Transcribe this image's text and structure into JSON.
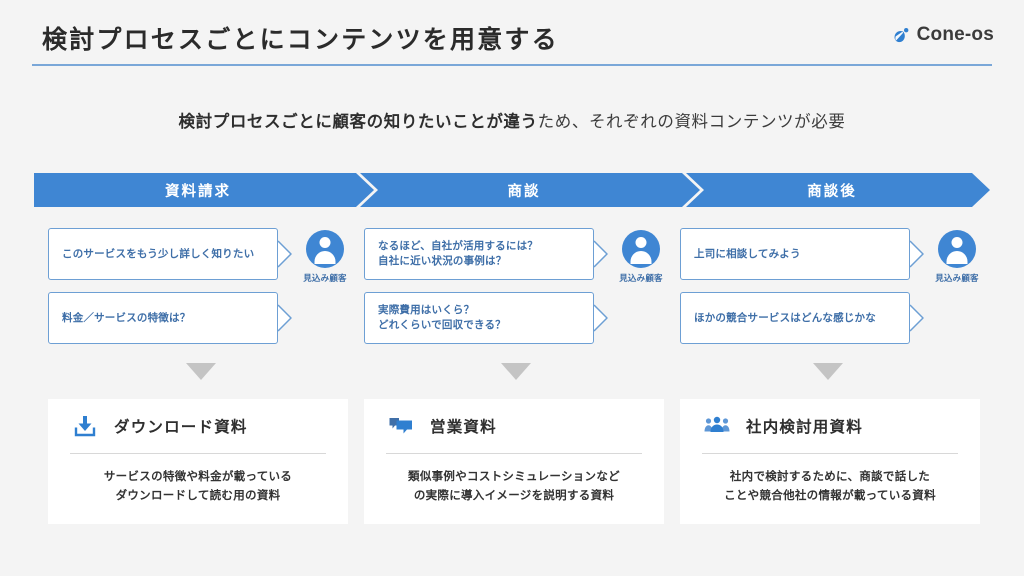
{
  "header": {
    "title": "検討プロセスごとにコンテンツを用意する",
    "brand_name": "Cone-os",
    "brand_icon": "cone-leaf-icon",
    "accent_color": "#3f86d3",
    "rule_color": "#7aa7d8"
  },
  "subtitle": {
    "strong": "検討プロセスごとに顧客の知りたいことが違う",
    "light": "ため、それぞれの資料コンテンツが必要"
  },
  "process_band": {
    "stages": [
      {
        "label": "資料請求"
      },
      {
        "label": "商談"
      },
      {
        "label": "商談後"
      }
    ]
  },
  "columns": [
    {
      "persona_label": "見込み顧客",
      "persona_icon": "person-circle-icon",
      "bubbles": [
        {
          "lines": [
            "このサービスをもう少し詳しく知りたい"
          ]
        },
        {
          "lines": [
            "料金／サービスの特徴は？"
          ]
        }
      ]
    },
    {
      "persona_label": "見込み顧客",
      "persona_icon": "person-circle-icon",
      "bubbles": [
        {
          "lines": [
            "なるほど、自社が活用するには？",
            "自社に近い状況の事例は？"
          ]
        },
        {
          "lines": [
            "実際費用はいくら？",
            "どれくらいで回収できる？"
          ]
        }
      ]
    },
    {
      "persona_label": "見込み顧客",
      "persona_icon": "person-circle-icon",
      "bubbles": [
        {
          "lines": [
            "上司に相談してみよう"
          ]
        },
        {
          "lines": [
            "ほかの競合サービスはどんな感じかな"
          ]
        }
      ]
    }
  ],
  "arrows": {
    "icon": "triangle-down-icon",
    "color": "#c4c4c4",
    "count": 3
  },
  "cards": [
    {
      "icon": "download-icon",
      "title": "ダウンロード資料",
      "body_lines": [
        "サービスの特徴や料金が載っている",
        "ダウンロードして読む用の資料"
      ]
    },
    {
      "icon": "chat-bubbles-icon",
      "title": "営業資料",
      "body_lines": [
        "類似事例やコストシミュレーションなど",
        "の実際に導入イメージを説明する資料"
      ]
    },
    {
      "icon": "people-group-icon",
      "title": "社内検討用資料",
      "body_lines": [
        "社内で検討するために、商談で話した",
        "ことや競合他社の情報が載っている資料"
      ]
    }
  ]
}
